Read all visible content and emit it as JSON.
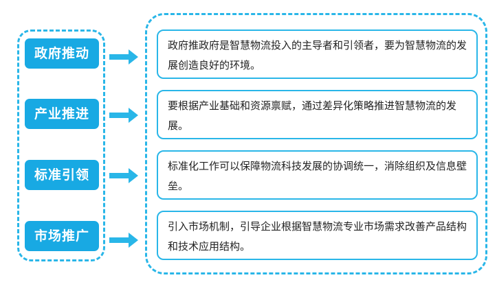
{
  "accent_color": "#18a9e3",
  "items": [
    {
      "label": "政府推动",
      "description": "政府推政府是智慧物流投入的主导者和引领者，要为智慧物流的发展创造良好的环境。"
    },
    {
      "label": "产业推进",
      "description": "要根据产业基础和资源禀赋，通过差异化策略推进智慧物流的发展。"
    },
    {
      "label": "标准引领",
      "description": "标准化工作可以保障物流科技发展的协调统一，消除组织及信息壁垒。"
    },
    {
      "label": "市场推广",
      "description": "引入市场机制，引导企业根据智慧物流专业市场需求改善产品结构和技术应用结构。"
    }
  ]
}
